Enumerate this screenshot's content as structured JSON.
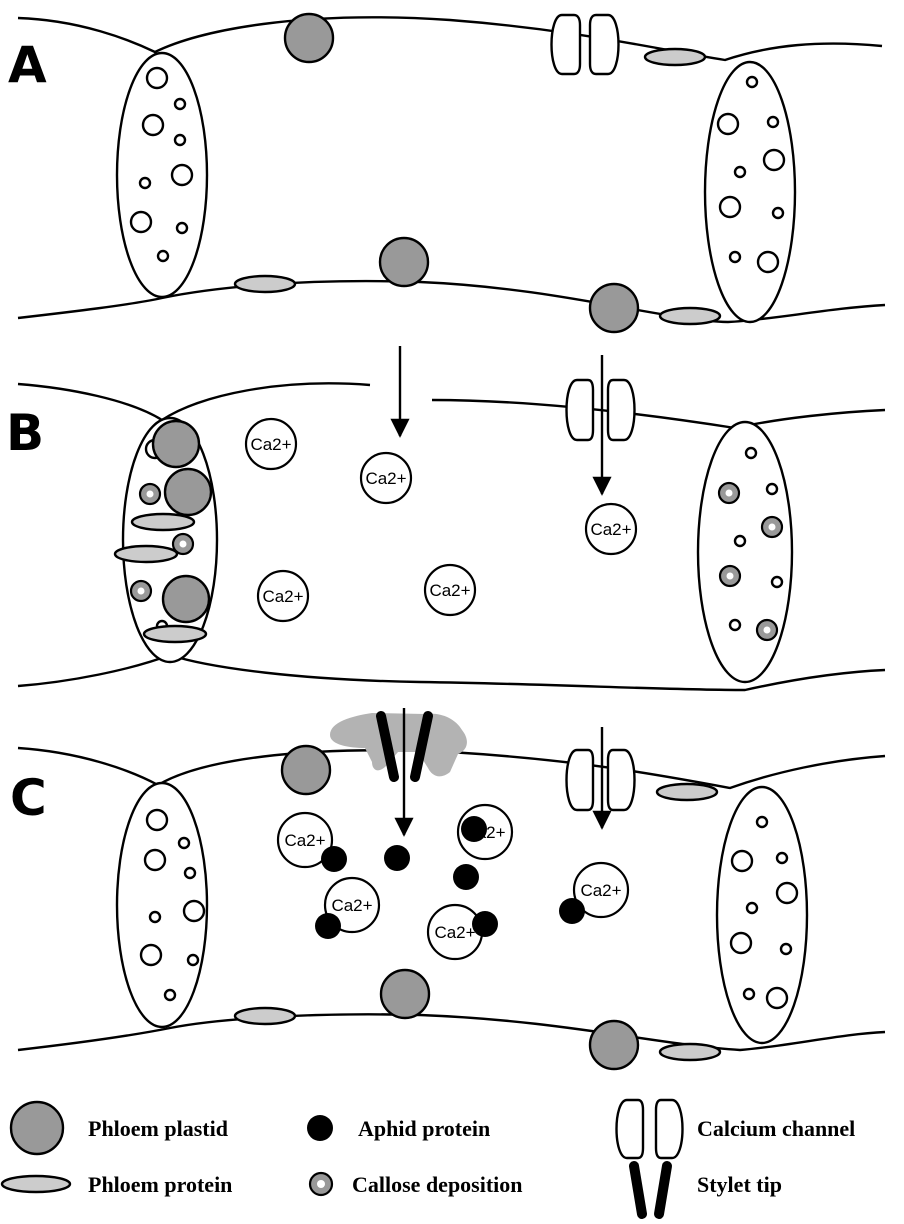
{
  "panels": [
    {
      "label": "A"
    },
    {
      "label": "B"
    },
    {
      "label": "C"
    }
  ],
  "ions": {
    "label": "Ca2+"
  },
  "legend": {
    "phloem_plastid": "Phloem plastid",
    "phloem_protein": "Phloem protein",
    "aphid_protein": "Aphid protein",
    "callose_deposition": "Callose deposition",
    "calcium_channel": "Calcium channel",
    "stylet_tip": "Stylet tip"
  },
  "colors": {
    "plastid": "#999999",
    "protein": "#cccccc",
    "aphid": "#000000",
    "saliva": "#b3b3b3"
  }
}
